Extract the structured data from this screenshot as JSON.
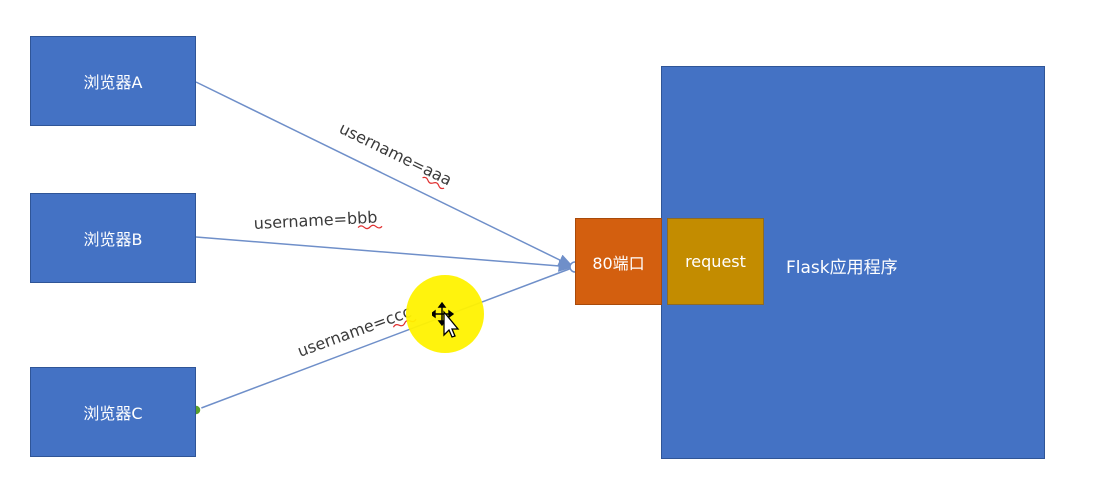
{
  "diagram": {
    "browsers": [
      {
        "label": "浏览器A"
      },
      {
        "label": "浏览器B"
      },
      {
        "label": "浏览器C"
      }
    ],
    "port": {
      "label": "80端口"
    },
    "request": {
      "label": "request"
    },
    "app": {
      "label": "Flask应用程序"
    },
    "edges": [
      {
        "label": "username=aaa",
        "from": "浏览器A",
        "to": "80端口"
      },
      {
        "label": "username=bbb",
        "from": "浏览器B",
        "to": "80端口"
      },
      {
        "label": "username=ccc",
        "from": "浏览器C",
        "to": "80端口"
      }
    ]
  },
  "colors": {
    "node_blue": "#4472c4",
    "port_orange": "#d35f0f",
    "request_gold": "#c38c00",
    "connector_line": "#6f8fc9",
    "pointer_highlight": "#fff200"
  },
  "cursor": {
    "icon": "move-cursor-icon"
  }
}
